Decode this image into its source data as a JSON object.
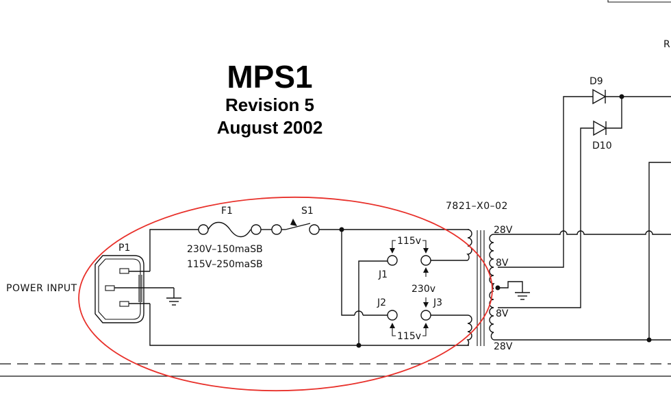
{
  "title": {
    "name": "MPS1",
    "revision": "Revision 5",
    "date": "August 2002"
  },
  "labels": {
    "power_input": "POWER INPUT",
    "p1": "P1",
    "f1": "F1",
    "s1": "S1",
    "fuse_230": "230V–150maSB",
    "fuse_115": "115V–250maSB",
    "transformer": "7821–X0–02",
    "tap_28v_top": "28V",
    "tap_8v_top": "8V",
    "tap_8v_bottom": "8V",
    "tap_28v_bottom": "28V",
    "d9": "D9",
    "d10": "D10",
    "j1": "J1",
    "j2": "J2",
    "j3": "J3",
    "v115_top": "115v",
    "v230": "230v",
    "v115_bottom": "115v",
    "edge_r": "R"
  },
  "annotation": {
    "highlight_color": "#e8302a"
  }
}
